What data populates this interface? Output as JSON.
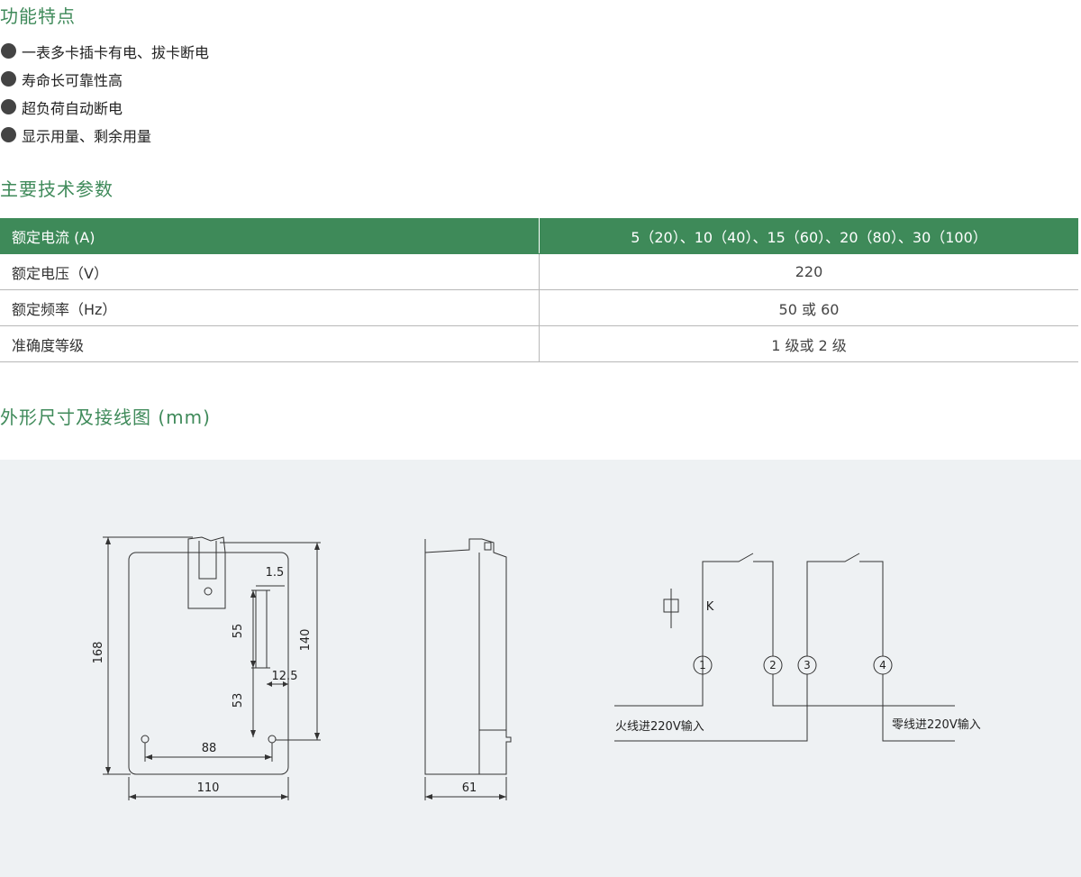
{
  "features": {
    "title": "功能特点",
    "items": [
      {
        "label": "一表多卡插卡有电、拔卡断电"
      },
      {
        "label": "寿命长可靠性高"
      },
      {
        "label": "超负荷自动断电"
      },
      {
        "label": "显示用量、剩余用量"
      }
    ]
  },
  "specs": {
    "title": "主要技术参数",
    "rows": [
      {
        "param": "额定电流 (A)",
        "value": "5（20）、10（40）、15（60）、20（80）、30（100）"
      },
      {
        "param": "额定电压（V）",
        "value": "220"
      },
      {
        "param": "额定频率（Hz）",
        "value": "50 或 60"
      },
      {
        "param": "准确度等级",
        "value": "1 级或 2 级"
      }
    ],
    "header_color": "#3e8a59"
  },
  "drawing": {
    "title": "外形尺寸及接线图 (mm)",
    "front": {
      "d_168": "168",
      "d_140": "140",
      "d_110": "110",
      "d_88": "88",
      "d_55": "55",
      "d_53": "53",
      "d_1_5": "1.5",
      "d_12_5": "12.5"
    },
    "side": {
      "d_61": "61"
    },
    "wiring": {
      "k_label": "K",
      "terminals": [
        "1",
        "2",
        "3",
        "4"
      ],
      "live_in": "火线进220V输入",
      "neutral_in": "零线进220V输入"
    }
  },
  "colors": {
    "accent": "#3f8a5a",
    "panel_bg": "#eef1f3"
  }
}
